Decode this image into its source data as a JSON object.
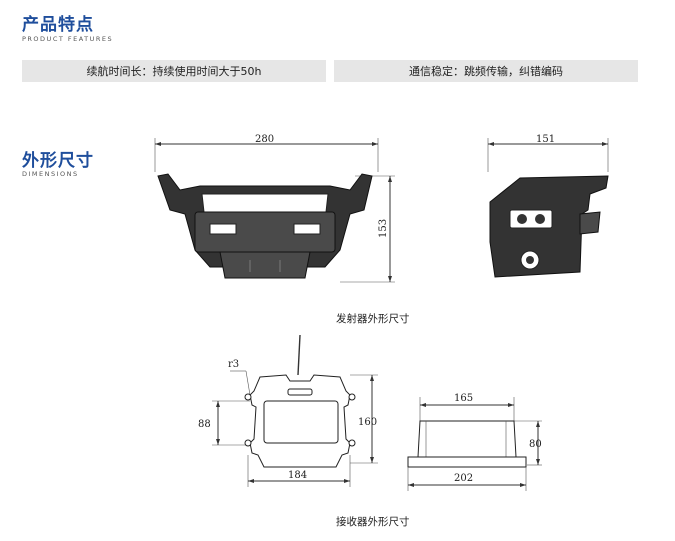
{
  "features_section": {
    "title": "产品特点",
    "subtitle": "PRODUCT FEATURES",
    "items": [
      "续航时间长：持续使用时间大于50h",
      "通信稳定：跳频传输，纠错编码"
    ]
  },
  "dimensions_section": {
    "title": "外形尺寸",
    "subtitle": "DIMENSIONS"
  },
  "transmitter": {
    "caption": "发射器外形尺寸",
    "width_label": "280",
    "height_label": "153",
    "depth_label": "151"
  },
  "receiver": {
    "caption": "接收器外形尺寸",
    "radius_label": "r3",
    "hole_spacing_label": "88",
    "height_label": "160",
    "width_label": "184",
    "top_width_label": "165",
    "base_width_label": "202",
    "side_height_label": "80"
  },
  "colors": {
    "title_blue": "#1f4e9c",
    "bar_gray": "#e6e6e6",
    "device_dark": "#333333"
  }
}
